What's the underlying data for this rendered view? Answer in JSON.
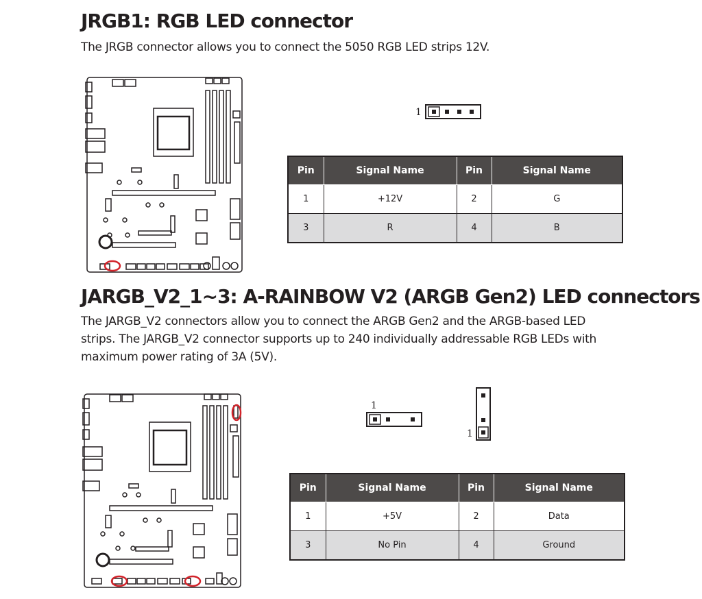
{
  "sections": [
    {
      "title": "JRGB1: RGB LED connector",
      "description": "The JRGB connector allows you to connect the 5050 RGB LED strips 12V.",
      "connector_pin_label": "1",
      "table": {
        "headers": [
          "Pin",
          "Signal Name",
          "Pin",
          "Signal Name"
        ],
        "rows": [
          [
            "1",
            "+12V",
            "2",
            "G"
          ],
          [
            "3",
            "R",
            "4",
            "B"
          ]
        ]
      }
    },
    {
      "title": "JARGB_V2_1~3: A-RAINBOW V2 (ARGB Gen2) LED connectors",
      "description": "The JARGB_V2 connectors allow you to connect the ARGB Gen2 and the ARGB-based LED strips. The JARGB_V2 connector supports up to 240 individually addressable RGB LEDs with maximum power rating of 3A (5V).",
      "connector_pin_label_horizontal": "1",
      "connector_pin_label_vertical": "1",
      "table": {
        "headers": [
          "Pin",
          "Signal Name",
          "Pin",
          "Signal Name"
        ],
        "rows": [
          [
            "1",
            "+5V",
            "2",
            "Data"
          ],
          [
            "3",
            "No Pin",
            "4",
            "Ground"
          ]
        ]
      }
    }
  ],
  "colors": {
    "text": "#231f20",
    "header_bg": "#4d4a49",
    "shade_row": "#dcdcdd",
    "highlight": "#d2232a"
  }
}
